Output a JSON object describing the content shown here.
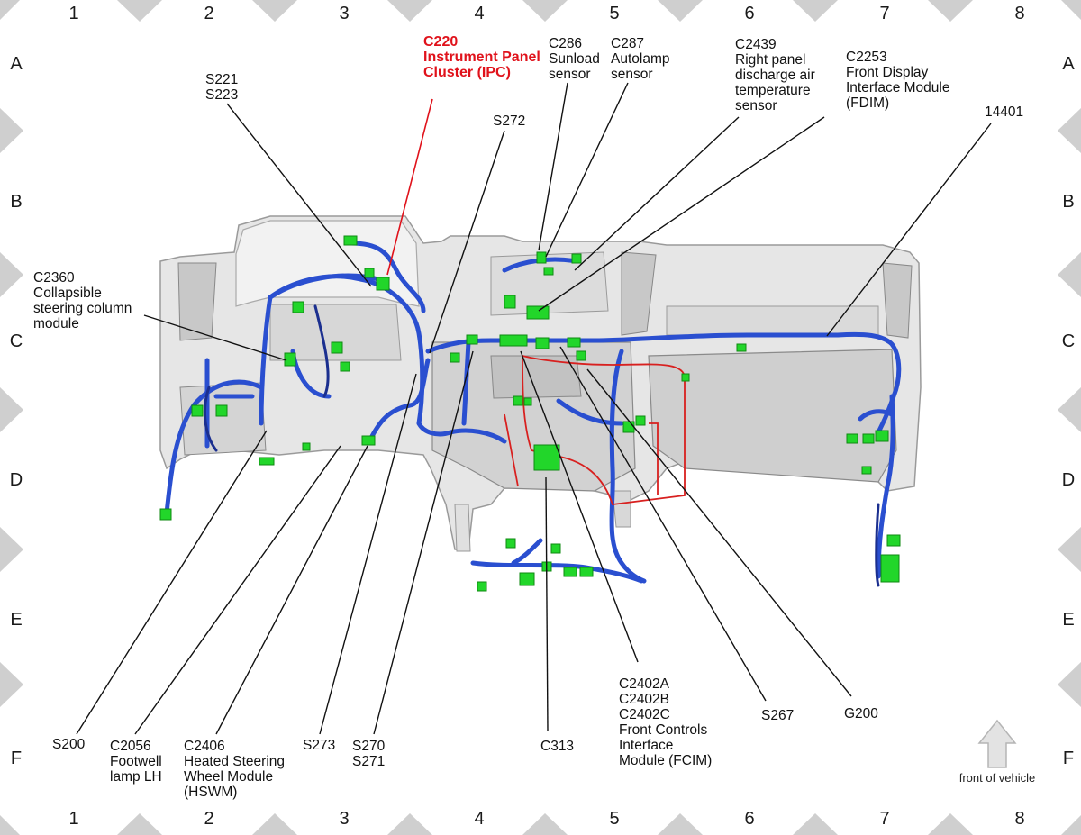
{
  "grid": {
    "columns": [
      "1",
      "2",
      "3",
      "4",
      "5",
      "6",
      "7",
      "8"
    ],
    "rows": [
      "A",
      "B",
      "C",
      "D",
      "E",
      "F"
    ]
  },
  "highlight_color": "#e0121b",
  "harness_color": "#2a4fd0",
  "connector_color": "#22d62a",
  "callouts": {
    "c220": "C220\nInstrument Panel\nCluster (IPC)",
    "c286": "C286\nSunload\nsensor",
    "c287": "C287\nAutolamp\nsensor",
    "c2439": "C2439\nRight panel\ndischarge air\ntemperature\nsensor",
    "c2253": "C2253\nFront Display\nInterface Module\n(FDIM)",
    "n14401": "14401",
    "s221": "S221\nS223",
    "s272": "S272",
    "c2360": "C2360\nCollapsible\nsteering column\nmodule",
    "s200": "S200",
    "c2056": "C2056\nFootwell\nlamp LH",
    "c2406": "C2406\nHeated Steering\nWheel Module\n(HSWM)",
    "s273": "S273",
    "s270": "S270\nS271",
    "c313": "C313",
    "c2402": "C2402A\nC2402B\nC2402C\nFront Controls\nInterface\nModule (FCIM)",
    "s267": "S267",
    "g200": "G200"
  },
  "orientation": {
    "label": "front of vehicle",
    "icon": "up-arrow-icon"
  }
}
